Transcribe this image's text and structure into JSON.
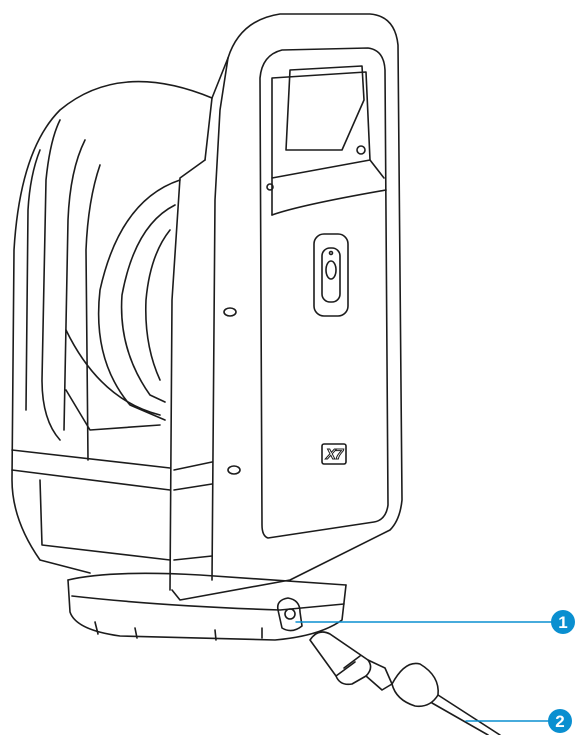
{
  "device": {
    "model_label": "X7"
  },
  "callouts": [
    {
      "number": "1"
    },
    {
      "number": "2"
    }
  ],
  "colors": {
    "outline": "#1c1c1c",
    "callout": "#0a8fd0",
    "background": "#ffffff"
  }
}
